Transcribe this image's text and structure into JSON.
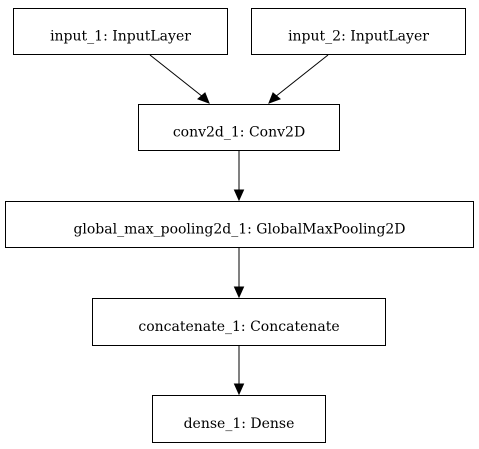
{
  "nodes": [
    {
      "id": "input_1",
      "label": "input_1: InputLayer"
    },
    {
      "id": "input_2",
      "label": "input_2: InputLayer"
    },
    {
      "id": "conv2d_1",
      "label": "conv2d_1: Conv2D"
    },
    {
      "id": "global_max_pooling2d_1",
      "label": "global_max_pooling2d_1: GlobalMaxPooling2D"
    },
    {
      "id": "concatenate_1",
      "label": "concatenate_1: Concatenate"
    },
    {
      "id": "dense_1",
      "label": "dense_1: Dense"
    }
  ],
  "edges": [
    {
      "from": "input_1",
      "to": "conv2d_1"
    },
    {
      "from": "input_2",
      "to": "conv2d_1"
    },
    {
      "from": "conv2d_1",
      "to": "global_max_pooling2d_1"
    },
    {
      "from": "global_max_pooling2d_1",
      "to": "concatenate_1"
    },
    {
      "from": "concatenate_1",
      "to": "dense_1"
    }
  ]
}
